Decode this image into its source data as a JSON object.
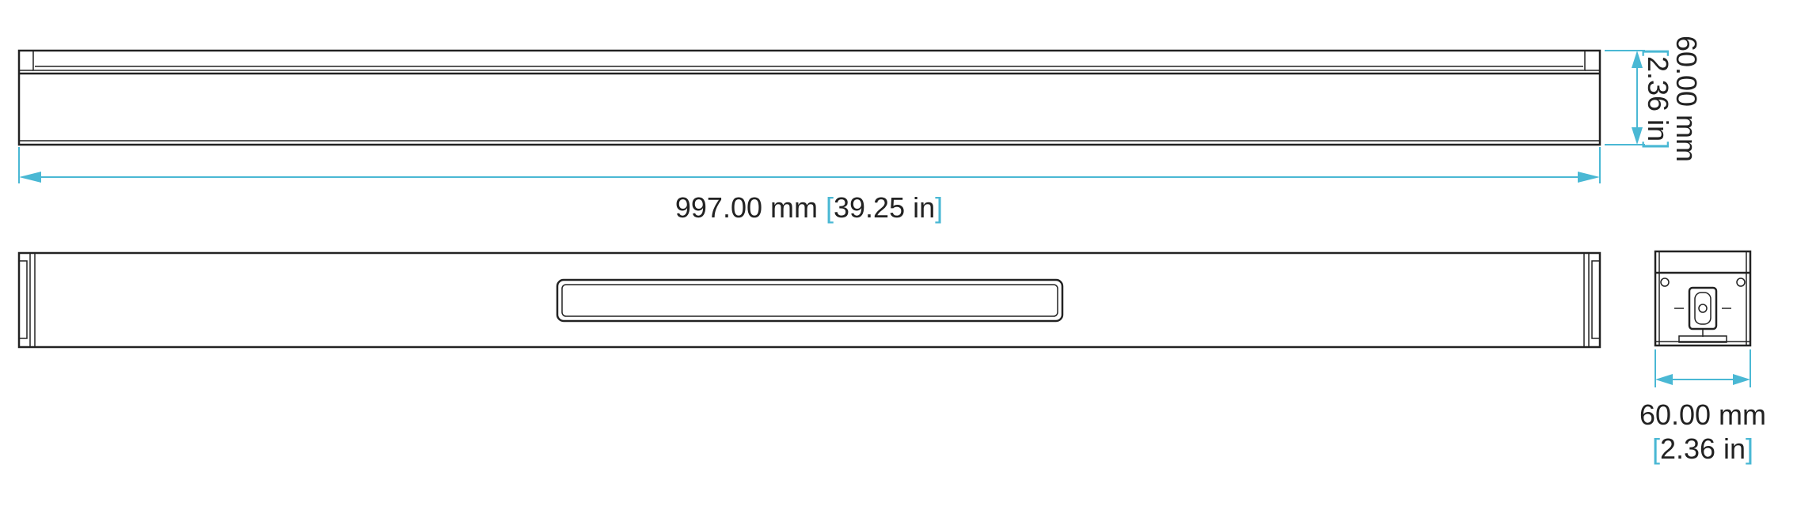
{
  "colors": {
    "outline": "#222222",
    "dimension": "#4ab8d4",
    "background": "#ffffff"
  },
  "dimensions": {
    "length": {
      "metric": "997.00 mm",
      "imperial": "39.25 in"
    },
    "height": {
      "metric": "60.00 mm",
      "imperial": "2.36 in"
    },
    "width": {
      "metric": "60.00 mm",
      "imperial": "2.36 in"
    }
  },
  "views": [
    "top-view",
    "front-view",
    "end-view"
  ]
}
